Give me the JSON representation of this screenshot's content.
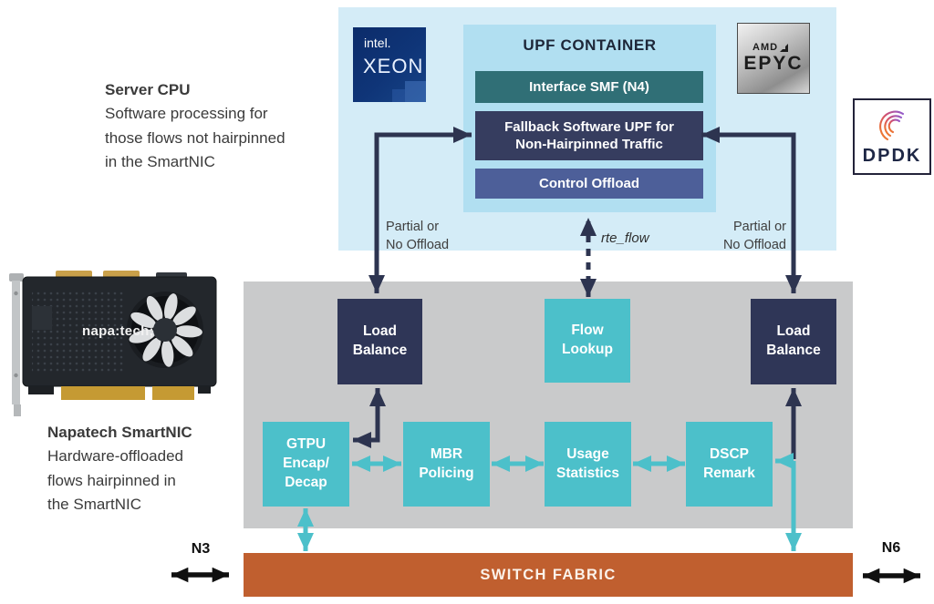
{
  "colors": {
    "light_blue": "#d4ecf7",
    "container_blue": "#b1dff1",
    "gray": "#c9cacb",
    "navy": "#363d5f",
    "navy_box": "#2f3657",
    "teal": "#4cc0ca",
    "teal_dark": "#306f76",
    "indigo": "#4d5f99",
    "orange": "#c05f2f",
    "arrow_navy": "#2d3450",
    "text_dark": "#3b3b3b"
  },
  "annotations": {
    "server_cpu": {
      "title": "Server CPU",
      "desc": "Software processing for\nthose flows not hairpinned\nin the SmartNIC"
    },
    "smartnic": {
      "title": "Napatech SmartNIC",
      "desc": "Hardware-offloaded\nflows hairpinned in\nthe SmartNIC"
    },
    "offload_left": "Partial or\nNo Offload",
    "offload_right": "Partial or\nNo Offload",
    "rte_flow": "rte_flow",
    "n3": "N3",
    "n6": "N6"
  },
  "logos": {
    "intel": {
      "brand": "intel.",
      "product": "XEON"
    },
    "amd": {
      "brand": "AMD",
      "product": "EPYC"
    },
    "dpdk": {
      "label": "DPDK"
    },
    "napatech_card": {
      "label": "napa:tech;"
    }
  },
  "upf_container": {
    "title": "UPF CONTAINER",
    "interface_smf": "Interface SMF (N4)",
    "fallback_upf": "Fallback Software UPF for\nNon-Hairpinned Traffic",
    "control_offload": "Control Offload"
  },
  "smartnic_region": {
    "load_balance_left": "Load\nBalance",
    "flow_lookup": "Flow\nLookup",
    "load_balance_right": "Load\nBalance",
    "gtpu_encap_decap": "GTPU\nEncap/\nDecap",
    "mbr_policing": "MBR\nPolicing",
    "usage_statistics": "Usage\nStatistics",
    "dscp_remark": "DSCP\nRemark"
  },
  "switch_fabric": {
    "label": "SWITCH FABRIC"
  }
}
